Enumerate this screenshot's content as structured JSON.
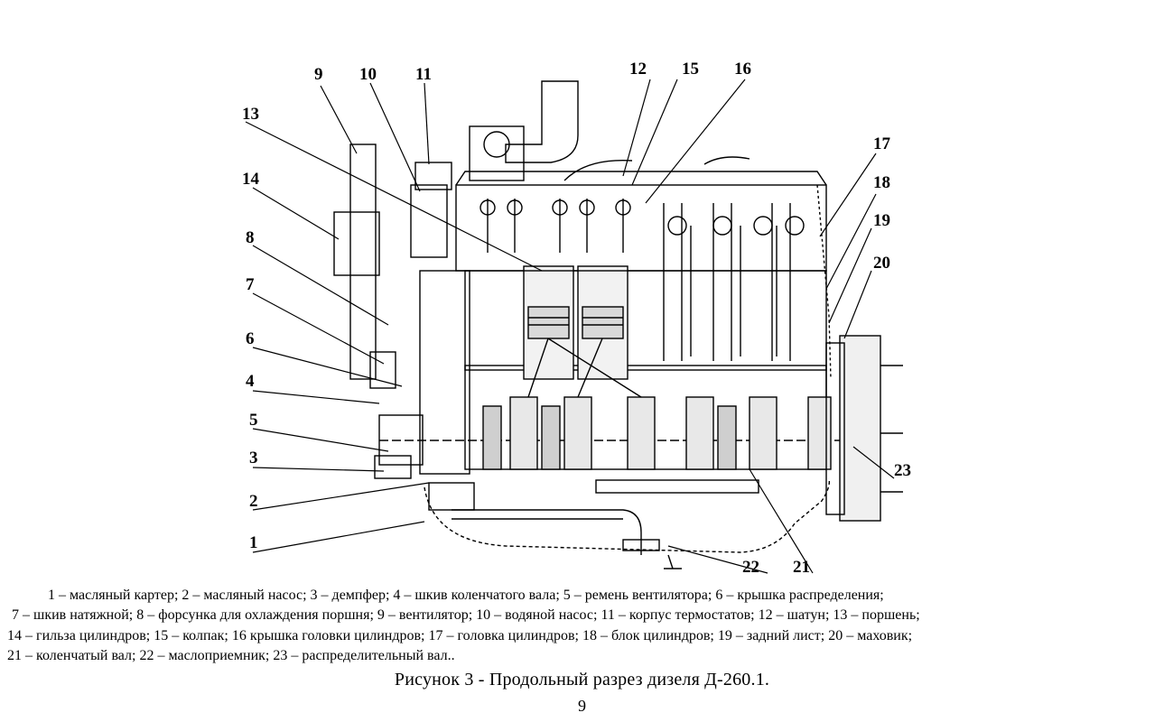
{
  "callouts": [
    {
      "id": "c1",
      "text": "1"
    },
    {
      "id": "c2",
      "text": "2"
    },
    {
      "id": "c3",
      "text": "3"
    },
    {
      "id": "c4",
      "text": "4"
    },
    {
      "id": "c5",
      "text": "5"
    },
    {
      "id": "c6",
      "text": "6"
    },
    {
      "id": "c7",
      "text": "7"
    },
    {
      "id": "c8",
      "text": "8"
    },
    {
      "id": "c9",
      "text": "9"
    },
    {
      "id": "c10",
      "text": "10"
    },
    {
      "id": "c11",
      "text": "11"
    },
    {
      "id": "c12",
      "text": "12"
    },
    {
      "id": "c13",
      "text": "13"
    },
    {
      "id": "c14",
      "text": "14"
    },
    {
      "id": "c15",
      "text": "15"
    },
    {
      "id": "c16",
      "text": "16"
    },
    {
      "id": "c17",
      "text": "17"
    },
    {
      "id": "c18",
      "text": "18"
    },
    {
      "id": "c19",
      "text": "19"
    },
    {
      "id": "c20",
      "text": "20"
    },
    {
      "id": "c21",
      "text": "21"
    },
    {
      "id": "c22",
      "text": "22"
    },
    {
      "id": "c23",
      "text": "23"
    }
  ],
  "legend": [
    "1 – масляный картер; 2 – масляный насос; 3 – демпфер; 4 – шкив коленчатого вала; 5 – ремень вентилятора; 6 – крышка распределения;",
    "7 – шкив натяжной; 8 – форсунка для охлаждения поршня; 9 – вентилятор; 10 – водяной насос; 11 – корпус термостатов; 12 – шатун; 13 – поршень;",
    "14 – гильза цилиндров; 15 – колпак; 16 крышка головки цилиндров; 17 – головка цилиндров; 18 – блок цилиндров; 19 – задний лист; 20 – маховик;",
    "21 – коленчатый вал; 22 – маслоприемник; 23 – распределительный вал.."
  ],
  "caption": "Рисунок 3 - Продольный разрез дизеля Д-260.1.",
  "page_number": "9"
}
